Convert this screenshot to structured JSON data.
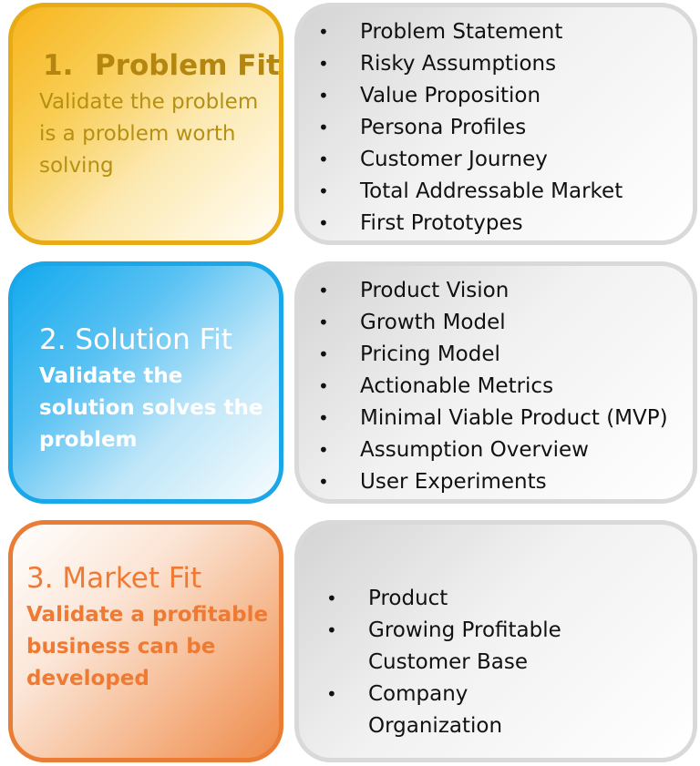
{
  "phases": [
    {
      "number": "1.",
      "title": "Problem Fit",
      "description": "Validate the problem is a problem worth solving",
      "color": "#f7b51e",
      "items": [
        "Problem Statement",
        "Risky Assumptions",
        "Value Proposition",
        "Persona Profiles",
        "Customer Journey",
        "Total Addressable Market",
        "First Prototypes"
      ]
    },
    {
      "title": "2. Solution Fit",
      "description": "Validate the solution solves the problem",
      "color": "#13a9ee",
      "items": [
        "Product Vision",
        "Growth Model",
        "Pricing Model",
        "Actionable Metrics",
        "Minimal Viable Product (MVP)",
        "Assumption Overview",
        "User Experiments"
      ]
    },
    {
      "title": "3. Market Fit",
      "description": "Validate a profitable business can be developed",
      "color": "#ee7a33",
      "items": [
        "Product",
        "Growing Profitable Customer Base",
        "Company Organization"
      ]
    }
  ],
  "bullet_glyph": "•"
}
